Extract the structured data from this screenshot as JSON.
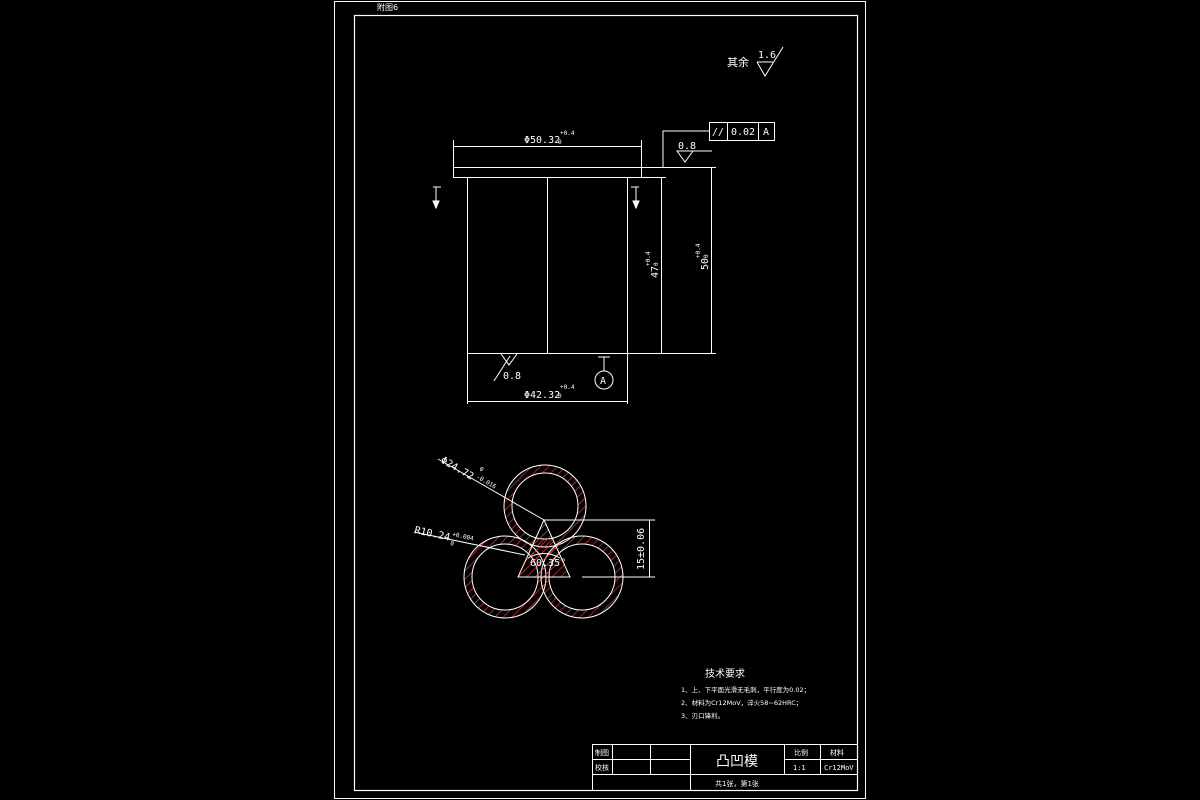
{
  "sheet": {
    "corner_label": "附图6",
    "surface_note_label": "其余",
    "surface_note_value": "1.6"
  },
  "front_view": {
    "top_diameter": "Φ50.32",
    "top_tol": "+0.4",
    "top_tol_lower": "0",
    "bottom_diameter": "Φ42.32",
    "bottom_tol": "+0.4",
    "bottom_tol_lower": "0",
    "height_inner": "47",
    "height_inner_tol": "+0.4",
    "height_inner_tol_lower": "0",
    "height_total": "50",
    "height_total_tol": "+0.4",
    "height_total_tol_lower": "0",
    "roughness_top": "0.8",
    "roughness_bottom": "0.8",
    "datum": "A",
    "tolerance_frame": {
      "symbol": "//",
      "value": "0.02",
      "datum": "A"
    }
  },
  "section_view": {
    "outer_radius_dim": "Φ24.72",
    "outer_radius_tol": "0",
    "outer_radius_tol_lower": "-0.016",
    "inner_radius_dim": "R10.24",
    "inner_radius_tol": "+0.004",
    "inner_radius_tol_lower": "0",
    "angle": "60.35°",
    "distance": "15±0.06"
  },
  "tech_req": {
    "title": "技术要求",
    "items": [
      "1、上、下平面光滑无毛刺，平行度为0.02；",
      "2、材料为Cr12MoV，淬火58~62HRC；",
      "3、刃口锋利。"
    ]
  },
  "title_block": {
    "drawn_label": "制图",
    "checked_label": "校核",
    "part_name": "凸凹模",
    "scale_label": "比例",
    "scale_value": "1:1",
    "material_label": "材料",
    "material_value": "Cr12MoV",
    "sheet_info": "共1张，第1张"
  }
}
